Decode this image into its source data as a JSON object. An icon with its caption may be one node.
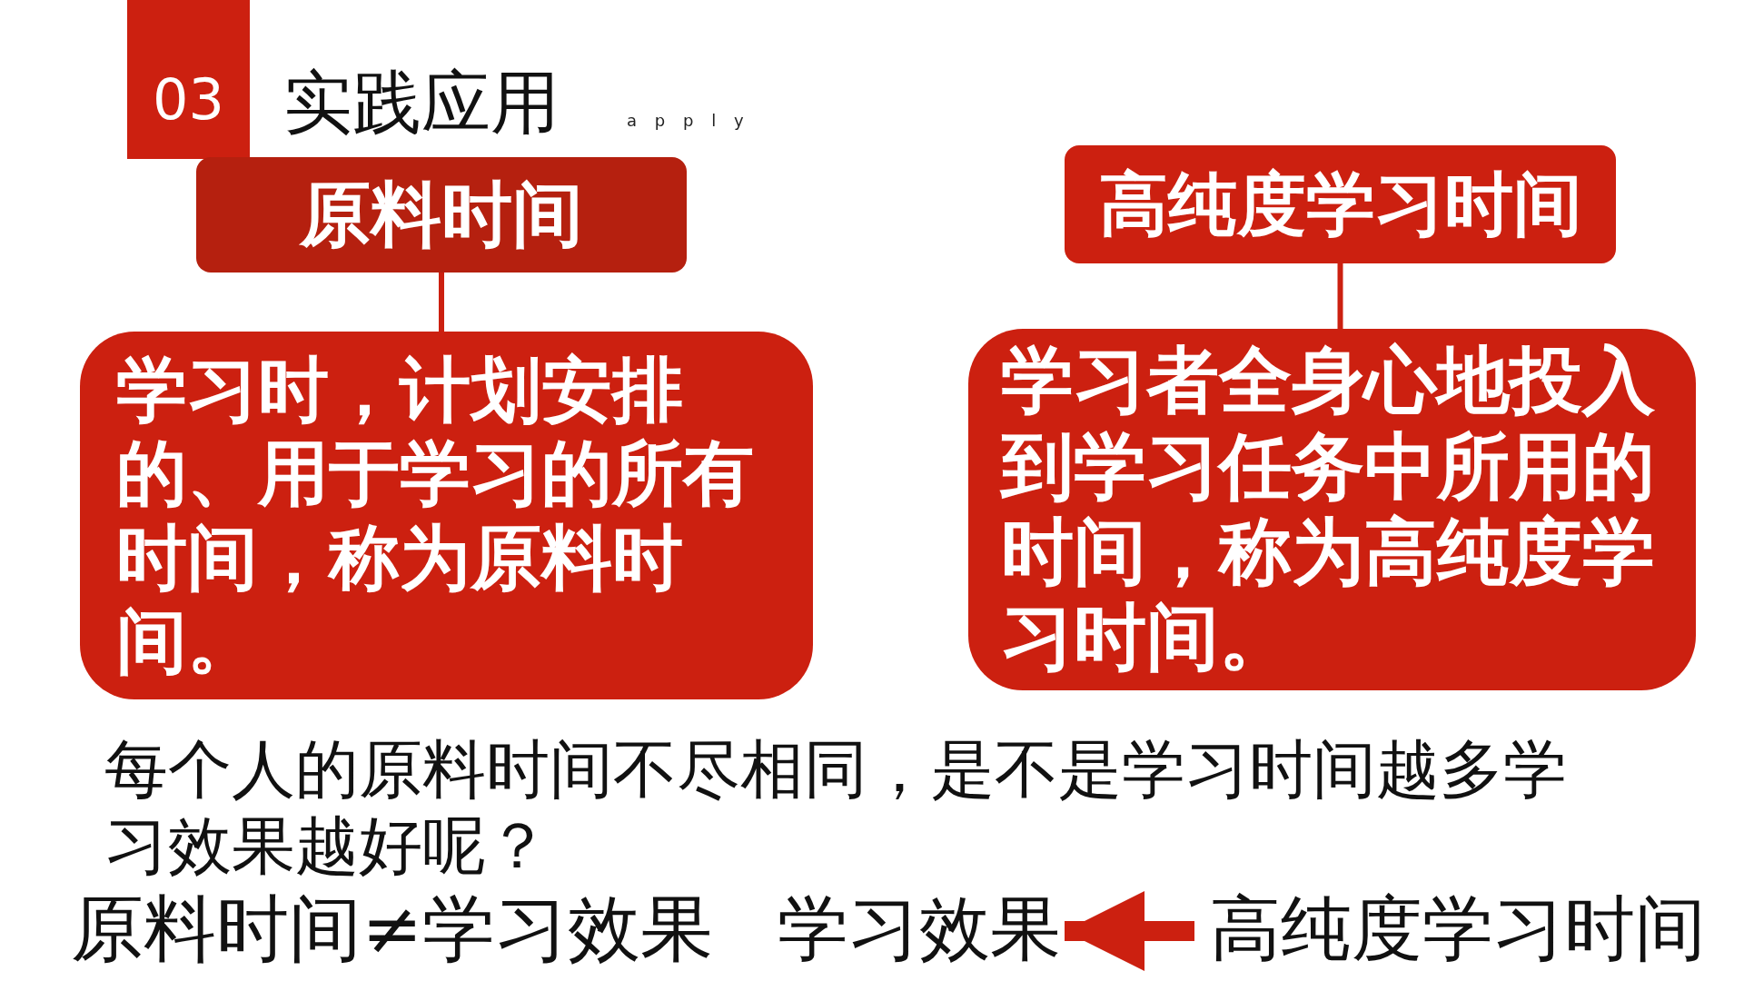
{
  "diagram": {
    "title": "实践应用",
    "nodes": [
      {
        "text": [
          "原料时间"
        ]
      },
      {
        "text": [
          "学习时，计划安排的、用于学习的所有时间，称为原料时间。"
        ]
      },
      {
        "text": [
          "高纯度学习时间"
        ]
      },
      {
        "text": [
          "学习者全身心地投入到学习任务中所用的时间，称为高纯度学习时间。"
        ]
      },
      {
        "text": [
          "学习效果"
        ]
      },
      {
        "text": [
          "高纯度学习时间"
        ]
      }
    ],
    "edges": [
      {
        "from": 0,
        "to": 1,
        "arrow": "none"
      },
      {
        "from": 2,
        "to": 3,
        "arrow": "none"
      },
      {
        "from": 5,
        "to": 4,
        "arrow": "to",
        "style": "thick"
      }
    ],
    "labels": [
      "03",
      "apply",
      "每个人的原料时间不尽相同，是不是学习时间越多学习效果越好呢？",
      "原料时间≠学习效果"
    ]
  }
}
